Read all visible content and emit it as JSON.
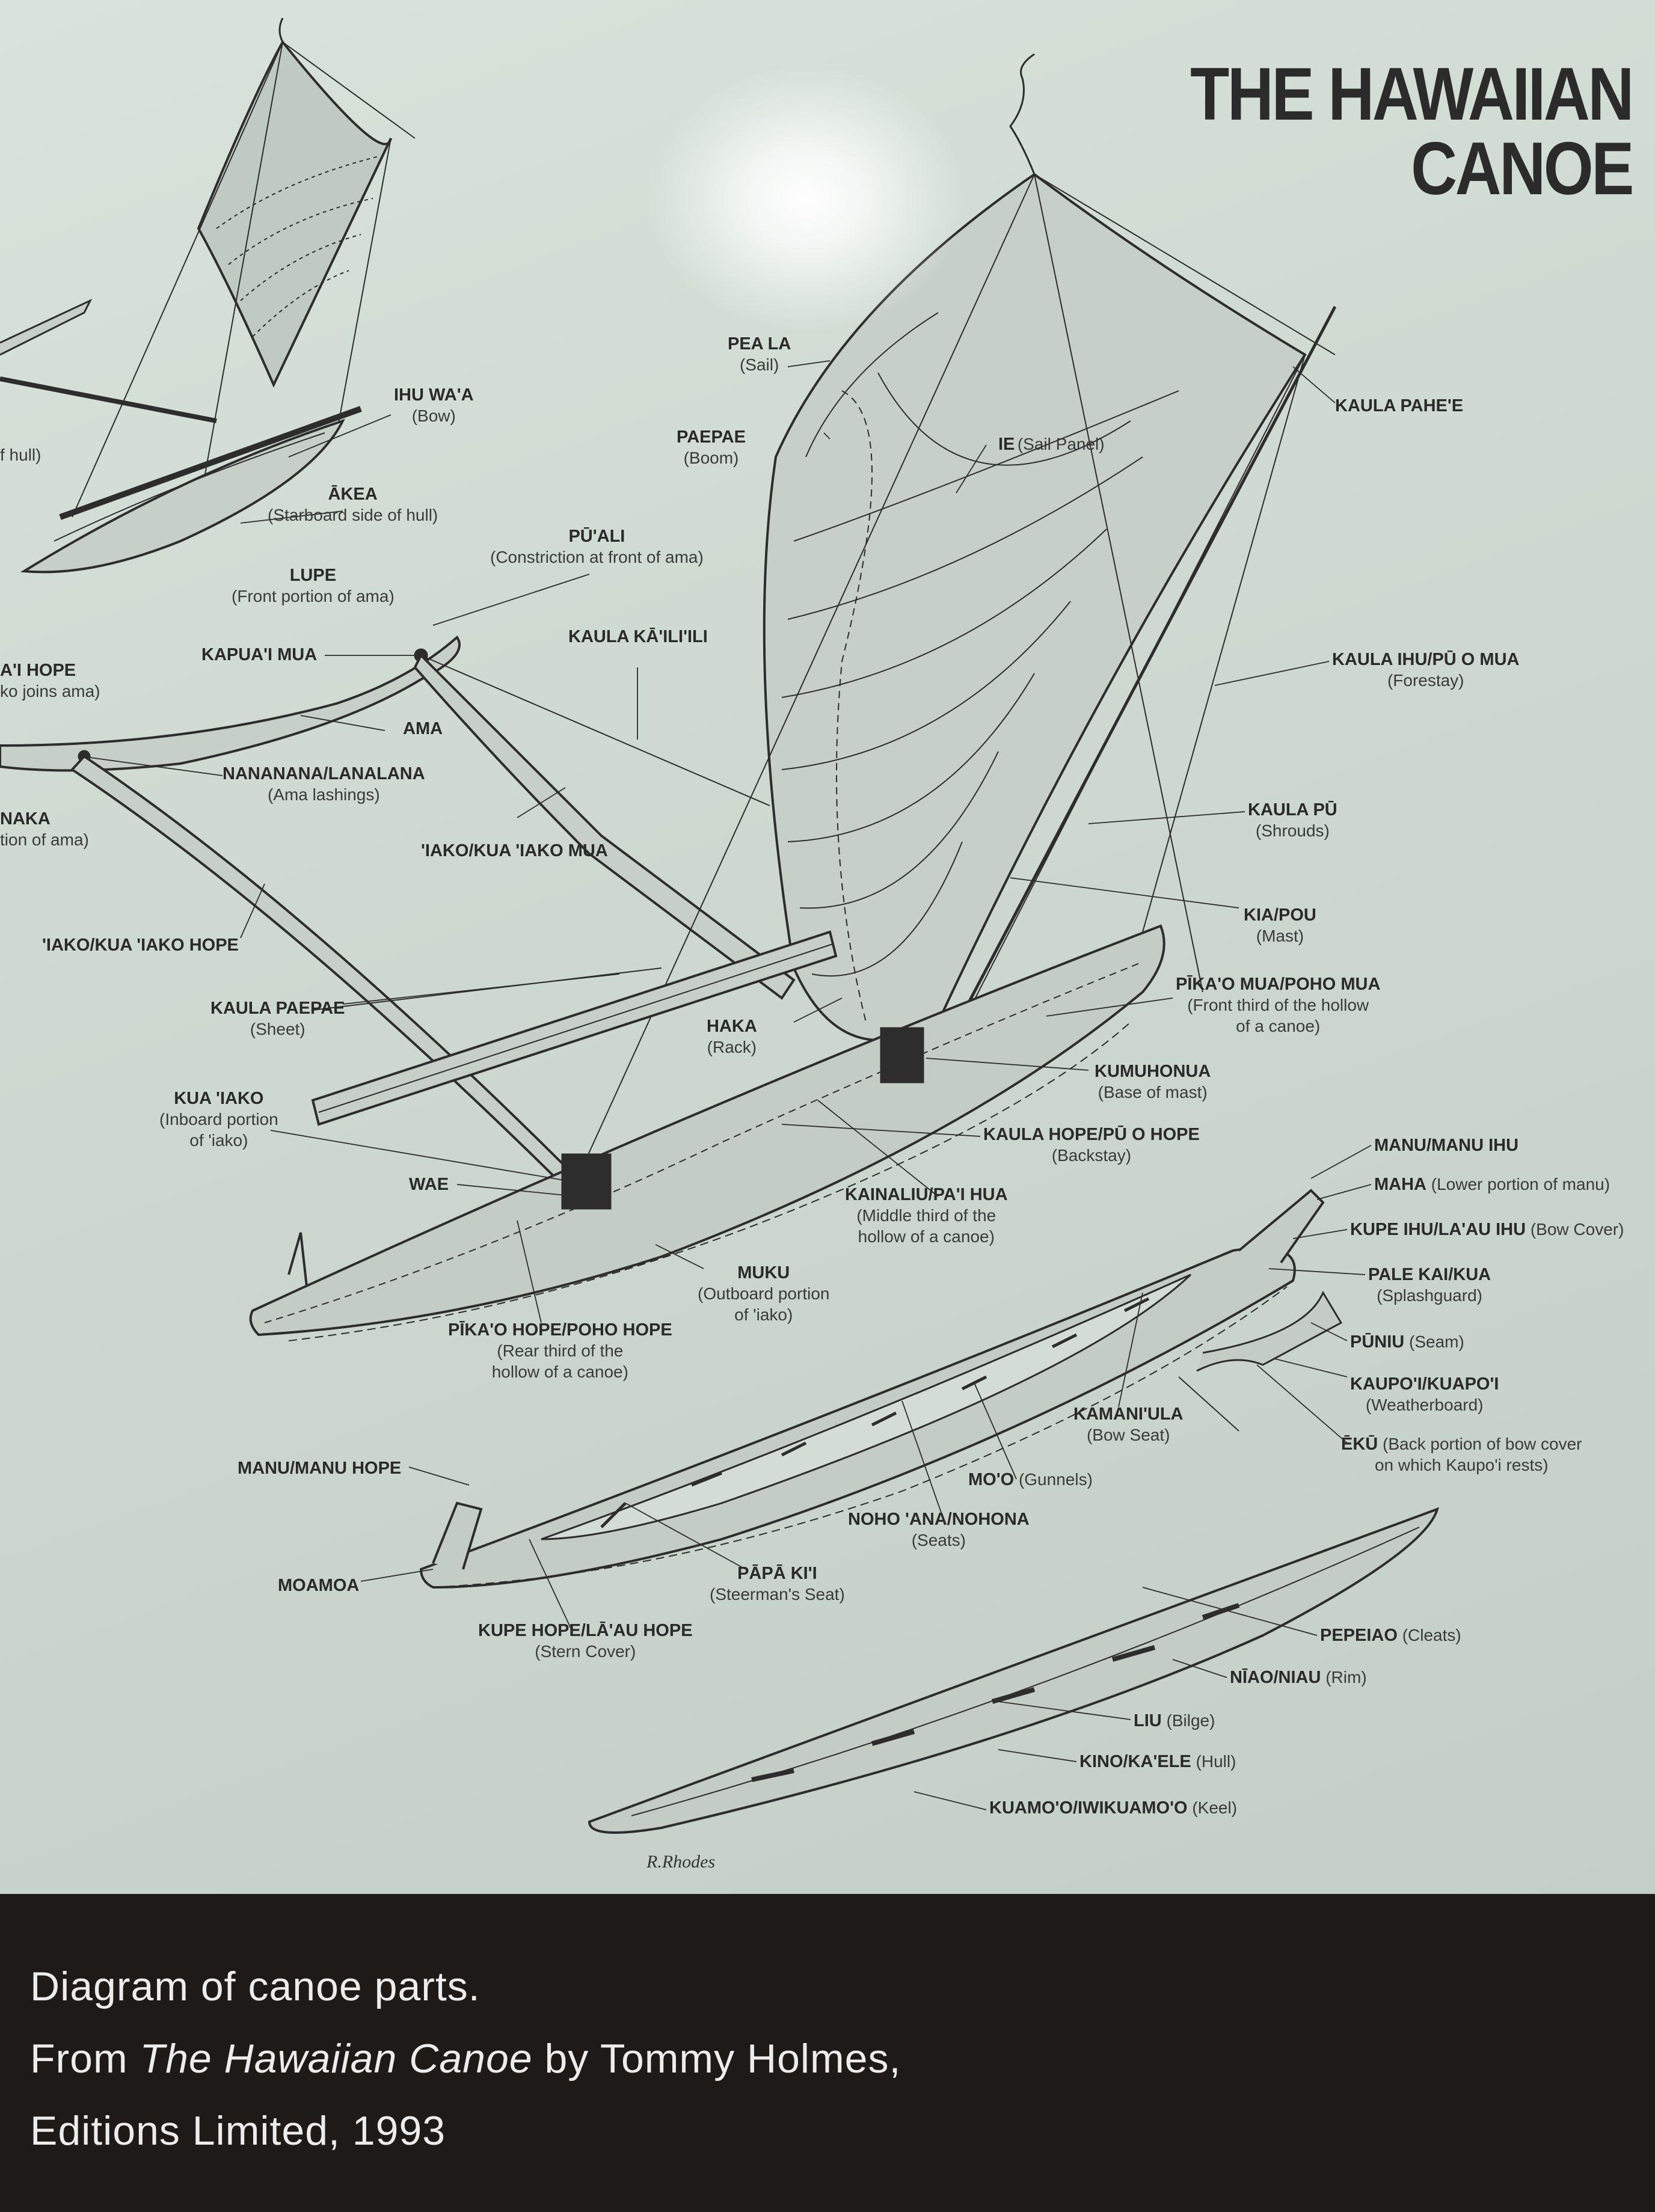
{
  "title": {
    "line1": "THE HAWAIIAN",
    "line2": "CANOE"
  },
  "labels": {
    "ihu_waa": {
      "name": "IHU WA'A",
      "gloss": "(Bow)"
    },
    "hull_fragment": {
      "gloss": "f hull)"
    },
    "akea": {
      "name": "ĀKEA",
      "gloss": "(Starboard side of hull)"
    },
    "puali": {
      "name": "PŪ'ALI",
      "gloss": "(Constriction at front of ama)"
    },
    "lupe": {
      "name": "LUPE",
      "gloss": "(Front portion of ama)"
    },
    "kapuai_mua": {
      "name": "KAPUA'I MUA"
    },
    "kapuai_hope": {
      "name": "A'I HOPE",
      "gloss": "ko joins ama)"
    },
    "ama": {
      "name": "AMA"
    },
    "kaula_kaiili": {
      "name": "KAULA KĀ'ILI'ILI"
    },
    "nanana": {
      "name": "NANANANA/LANALANA",
      "gloss": "(Ama lashings)"
    },
    "naka": {
      "name": "NAKA",
      "gloss": "tion of ama)"
    },
    "iako_mua": {
      "name": "'IAKO/KUA 'IAKO MUA"
    },
    "iako_hope": {
      "name": "'IAKO/KUA 'IAKO HOPE"
    },
    "kaula_paepae": {
      "name": "KAULA PAEPAE",
      "gloss": "(Sheet)"
    },
    "kua_iako": {
      "name": "KUA 'IAKO",
      "gloss1": "(Inboard portion",
      "gloss2": "of 'iako)"
    },
    "wae": {
      "name": "WAE"
    },
    "muku": {
      "name": "MUKU",
      "gloss1": "(Outboard portion",
      "gloss2": "of 'iako)"
    },
    "pikao_hope": {
      "name": "PĪKA'O HOPE/POHO HOPE",
      "gloss1": "(Rear third of the",
      "gloss2": "hollow of a canoe)"
    },
    "pea_la": {
      "name": "PEA LA",
      "gloss": "(Sail)"
    },
    "paepae": {
      "name": "PAEPAE",
      "gloss": "(Boom)"
    },
    "ie": {
      "name": "IE",
      "gloss": "(Sail Panel)"
    },
    "kaula_pahee": {
      "name": "KAULA PAHE'E"
    },
    "kaula_ihu": {
      "name": "KAULA IHU/PŪ O MUA",
      "gloss": "(Forestay)"
    },
    "kaula_pu": {
      "name": "KAULA PŪ",
      "gloss": "(Shrouds)"
    },
    "kia_pou": {
      "name": "KIA/POU",
      "gloss": "(Mast)"
    },
    "pikao_mua": {
      "name": "PĪKA'O MUA/POHO MUA",
      "gloss1": "(Front third of the hollow",
      "gloss2": "of a canoe)"
    },
    "haka": {
      "name": "HAKA",
      "gloss": "(Rack)"
    },
    "kumuhonua": {
      "name": "KUMUHONUA",
      "gloss": "(Base of mast)"
    },
    "kaula_hope": {
      "name": "KAULA HOPE/PŪ O HOPE",
      "gloss": "(Backstay)"
    },
    "kainaliu": {
      "name": "KAINALIU/PA'I HUA",
      "gloss1": "(Middle third of the",
      "gloss2": "hollow of a canoe)"
    },
    "manu_ihu": {
      "name": "MANU/MANU IHU"
    },
    "maha": {
      "name": "MAHA",
      "gloss": " (Lower portion of manu)"
    },
    "kupe_ihu": {
      "name": "KUPE IHU/LA'AU IHU",
      "gloss": " (Bow Cover)"
    },
    "pale_kai": {
      "name": "PALE KAI/KUA",
      "gloss": "(Splashguard)"
    },
    "puniu": {
      "name": "PŪNIU",
      "gloss": " (Seam)"
    },
    "kaupoi": {
      "name": "KAUPO'I/KUAPO'I",
      "gloss": "(Weatherboard)"
    },
    "eku": {
      "name": "ĒKŪ",
      "gloss1": " (Back portion of bow cover",
      "gloss2": "on which Kaupo'i rests)"
    },
    "kamaniula": {
      "name": "KAMANI'ULA",
      "gloss": "(Bow Seat)"
    },
    "moo": {
      "name": "MO'O",
      "gloss": " (Gunnels)"
    },
    "noho_ana": {
      "name": "NOHO 'ANA/NOHONA",
      "gloss": "(Seats)"
    },
    "manu_hope": {
      "name": "MANU/MANU HOPE"
    },
    "moamoa": {
      "name": "MOAMOA"
    },
    "papa_kii": {
      "name": "PĀPĀ KI'I",
      "gloss": "(Steerman's Seat)"
    },
    "kupe_hope": {
      "name": "KUPE HOPE/LĀ'AU HOPE",
      "gloss": "(Stern Cover)"
    },
    "pepeiao": {
      "name": "PEPEIAO",
      "gloss": " (Cleats)"
    },
    "niao": {
      "name": "NĪAO/NIAU",
      "gloss": " (Rim)"
    },
    "liu": {
      "name": "LIU",
      "gloss": " (Bilge)"
    },
    "kino": {
      "name": "KINO/KA'ELE",
      "gloss": " (Hull)"
    },
    "kuamoo": {
      "name": "KUAMO'O/IWIKUAMO'O",
      "gloss": " (Keel)"
    }
  },
  "signature": "R.Rhodes",
  "caption": {
    "line1": "Diagram of canoe parts.",
    "line2_pre": "From ",
    "line2_title": "The Hawaiian Canoe",
    "line2_post": " by Tommy Holmes,",
    "line3": "Editions Limited, 1993"
  }
}
